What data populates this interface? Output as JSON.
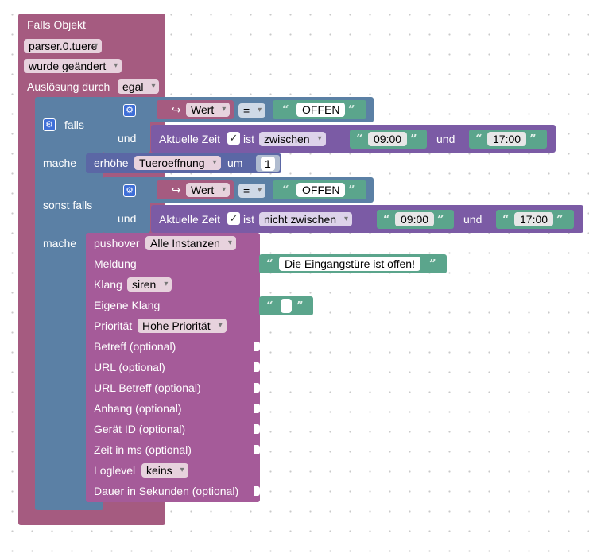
{
  "trigger": {
    "title": "Falls Objekt",
    "object_id": "parser.0.tuere",
    "condition": "wurde geändert",
    "by_label": "Auslösung durch",
    "by_value": "egal"
  },
  "if_block": {
    "if_label": "falls",
    "do_label": "mache",
    "elseif_label": "sonst falls",
    "do2_label": "mache"
  },
  "cond1": {
    "var_arrow": "↪",
    "var_name": "Wert",
    "operator": "=",
    "value": "OFFEN",
    "and_label": "und",
    "time_label": "Aktuelle Zeit",
    "check": "✓",
    "ist_label": "ist",
    "time_mode": "zwischen",
    "from": "09:00",
    "and2": "und",
    "to": "17:00"
  },
  "action1": {
    "verb": "erhöhe",
    "var_name": "Tueroeffnung",
    "by": "um",
    "amount": "1"
  },
  "cond2": {
    "var_arrow": "↪",
    "var_name": "Wert",
    "operator": "=",
    "value": "OFFEN",
    "and_label": "und",
    "time_label": "Aktuelle Zeit",
    "check": "✓",
    "ist_label": "ist",
    "time_mode": "nicht zwischen",
    "from": "09:00",
    "and2": "und",
    "to": "17:00"
  },
  "pushover": {
    "title": "pushover",
    "instance": "Alle Instanzen",
    "message_label": "Meldung",
    "message": "Die Eingangstüre ist offen!",
    "sound_label": "Klang",
    "sound": "siren",
    "custom_sound_label": "Eigene Klang",
    "priority_label": "Priorität",
    "priority": "Hohe Priorität",
    "subject_label": "Betreff (optional)",
    "url_label": "URL (optional)",
    "url_subject_label": "URL Betreff (optional)",
    "attachment_label": "Anhang (optional)",
    "device_label": "Gerät ID (optional)",
    "time_label": "Zeit in ms (optional)",
    "loglevel_label": "Loglevel",
    "loglevel": "keins",
    "duration_label": "Dauer in Sekunden (optional)"
  },
  "icons": {
    "gear": "gear-icon",
    "quote_open": "“",
    "quote_close": "”"
  },
  "colors": {
    "event": "#a55b80",
    "if": "#5b80a5",
    "text": "#5ba58c",
    "time": "#7b5ba5",
    "math": "#5b67a5",
    "pushover": "#a55b99"
  }
}
